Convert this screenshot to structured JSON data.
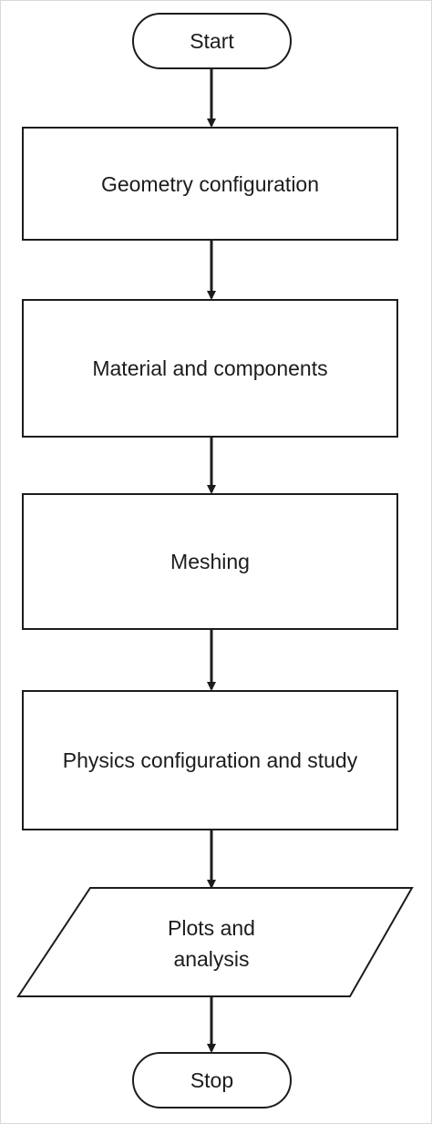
{
  "flowchart": {
    "start": "Start",
    "steps": [
      "Geometry configuration",
      "Material and components",
      "Meshing",
      "Physics configuration and study"
    ],
    "io": {
      "line1": "Plots and",
      "line2": "analysis"
    },
    "stop": "Stop"
  }
}
